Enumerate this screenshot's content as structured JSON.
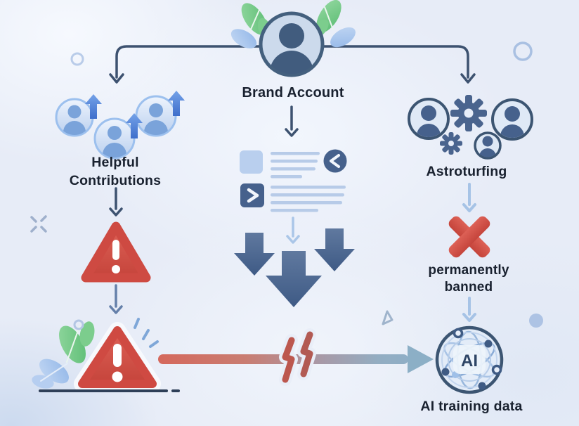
{
  "labels": {
    "brand_account": "Brand Account",
    "helpful_line1": "Helpful",
    "helpful_line2": "Contributions",
    "astroturfing": "Astroturfing",
    "banned_line1": "permanently",
    "banned_line2": "banned",
    "ai_badge": "AI",
    "ai_training_data": "AI training data"
  },
  "icons": {
    "brand-avatar-icon": "person in circle with leaves",
    "upvote-user-icon": "person circle with up arrow",
    "upvote-arrow-icon": "blue arrow up",
    "post-row-icon": "thumbnail with text lines",
    "chevron-left-circle-icon": "< in dark circle",
    "chevron-right-square-icon": "> in dark square",
    "downvote-arrow-icon": "bold arrow down",
    "warning-triangle-icon": "red triangle with !",
    "bot-user-icon": "person circle",
    "gear-icon": "cog wheel",
    "ban-x-icon": "red X cross",
    "ai-globe-icon": "network sphere with AI",
    "broken-flow-icon": "double slash break",
    "leaf-icon": "decorative leaf"
  },
  "colors": {
    "background": "#e7ecf7",
    "ink_navy": "#3d5270",
    "slate": "#49648c",
    "alert_red": "#ce4a42",
    "ban_red": "#cc4b41",
    "upvote_blue": "#4a7dd6",
    "soft_blue": "#b7cbe8",
    "pale_arrow_blue": "#aac6e8",
    "text": "#19212f",
    "leaf_green": "#6cc47e",
    "leaf_blue": "#a9c9ee",
    "flow_gradient_start": "#d5685c",
    "flow_gradient_end": "#8cb0c9"
  }
}
